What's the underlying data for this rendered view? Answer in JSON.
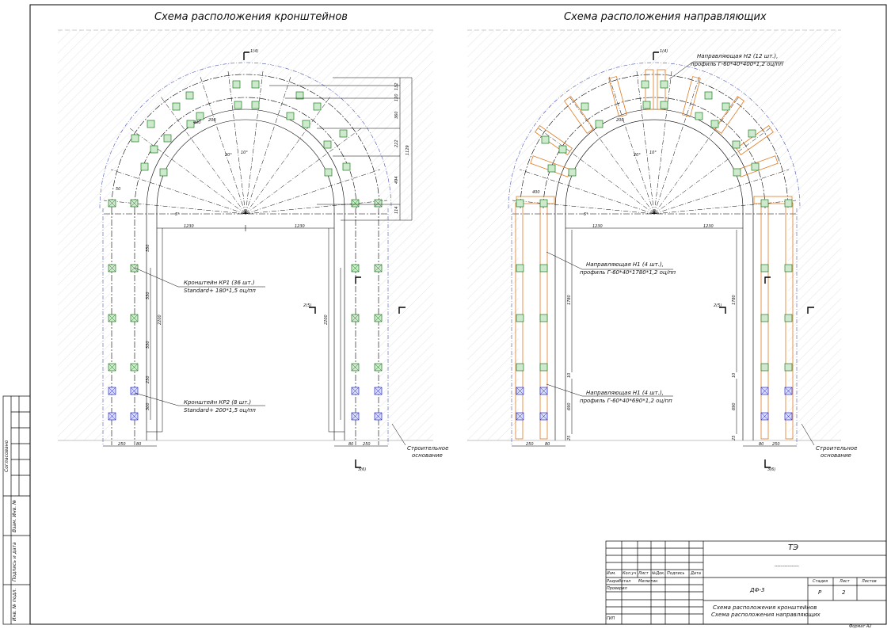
{
  "sheet": {
    "format": "Формат А2"
  },
  "left_scheme": {
    "title": "Схема расположения кронштейнов",
    "callout_kp1_line1": "Кронштейн КР1 (36 шт.)",
    "callout_kp1_line2": "Standard+ 180*1,5 оц/пп",
    "callout_kp2_line1": "Кронштейн КР2 (8 шт.)",
    "callout_kp2_line2": "Standard+ 200*1,5 оц/пп",
    "base_line1": "Строительное",
    "base_line2": "основание",
    "dim_1230_a": "1230",
    "dim_1230_b": "1230",
    "dim_2200_l": "2200",
    "dim_2200_r": "2200",
    "dim_550_a": "550",
    "dim_550_b": "550",
    "dim_550_c": "550",
    "dim_250": "250",
    "dim_300": "300",
    "dim_bottom_250_a": "250",
    "dim_bottom_80_a": "80",
    "dim_bottom_80_b": "80",
    "dim_bottom_250_b": "250",
    "dim_arc_1129": "1129",
    "dim_arc_494": "494",
    "dim_arc_222": "222",
    "dim_arc_360": "360",
    "dim_arc_120": "120",
    "dim_arc_132": "132",
    "dim_arc_114": "114",
    "dim_200": "200",
    "dim_400": "400",
    "dim_50": "50",
    "angle_5": "5°",
    "angle_20": "20°",
    "angle_10": "10°",
    "sec_1": "1(4)",
    "sec_2": "2(5)",
    "sec_3": "3(6)"
  },
  "right_scheme": {
    "title": "Схема расположения направляющих",
    "callout_n2_line1": "Направляющая Н2 (12 шт.),",
    "callout_n2_line2": "профиль Г-60*40*400*1,2 оц/пп",
    "callout_n1a_line1": "Направляющая Н1 (4 шт.),",
    "callout_n1a_line2": "профиль Г-60*40*1780*1,2 оц/пп",
    "callout_n1b_line1": "Направляющая Н1 (4 шт.),",
    "callout_n1b_line2": "профиль Г-60*40*690*1,2 оц/пп",
    "base_line1": "Строительное",
    "base_line2": "основание",
    "dim_1230_a": "1230",
    "dim_1230_b": "1230",
    "dim_1780_l": "1780",
    "dim_1780_r": "1780",
    "dim_690_l": "690",
    "dim_690_r": "690",
    "dim_10_l": "10",
    "dim_10_r": "10",
    "dim_25_l": "25",
    "dim_25_r": "25",
    "dim_400": "400",
    "dim_200": "200",
    "dim_bottom_250_a": "250",
    "dim_bottom_80_a": "80",
    "dim_bottom_80_b": "80",
    "dim_bottom_250_b": "250",
    "angle_5": "5°",
    "angle_20": "20°",
    "angle_10": "10°",
    "sec_1": "1(4)",
    "sec_2": "2(5)",
    "sec_3": "3(6)"
  },
  "side_stamp": {
    "agreed": "Согласовано",
    "inv_replace": "Взам. Инв. №",
    "sign_date": "Подпись и дата",
    "inv_orig": "Инв. № подл."
  },
  "title_block": {
    "project": "ТЭ",
    "dashes": "-----------------",
    "col_izm": "Изм.",
    "col_kol": "Кол.уч",
    "col_list": "Лист",
    "col_ndok": "№Док.",
    "col_podpis": "Подпись",
    "col_data": "Дата",
    "role_razrab": "Разработал",
    "name_razrab": "Милютин",
    "role_prover": "Проверил",
    "role_gip": "ГИП",
    "code": "ДФ-3",
    "sheet_title_1": "Схема расположения кронштейнов",
    "sheet_title_2": "Схема расположения направляющих",
    "stage_label": "Стадия",
    "sheet_label": "Лист",
    "sheets_label": "Листов",
    "stage_value": "Р",
    "sheet_value": "2"
  }
}
